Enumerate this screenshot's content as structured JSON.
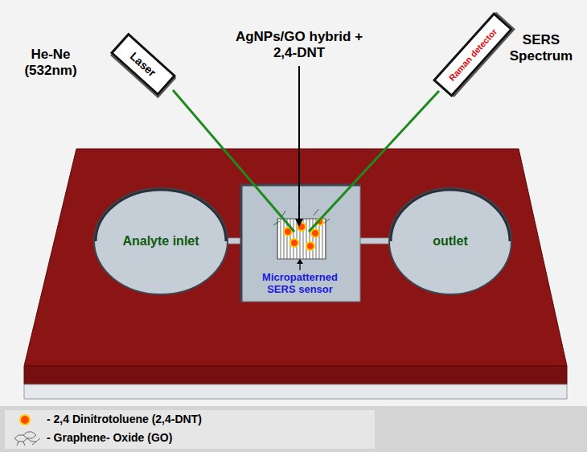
{
  "diagram": {
    "nodes": [
      {
        "text": [
          "Laser"
        ]
      },
      {
        "text": [
          "Raman detector"
        ]
      },
      {
        "text": [
          "Analyte inlet"
        ]
      },
      {
        "text": [
          "outlet"
        ]
      }
    ],
    "labels": [
      "He-Ne (532nm)",
      "AgNPs/GO hybrid + 2,4-DNT",
      "SERS Spectrum",
      "Micropatterned SERS sensor"
    ],
    "legend": [
      {
        "text": "- 2,4 Dinitrotoluene (2,4-DNT)"
      },
      {
        "text": "- Graphene- Oxide (GO)"
      }
    ]
  }
}
